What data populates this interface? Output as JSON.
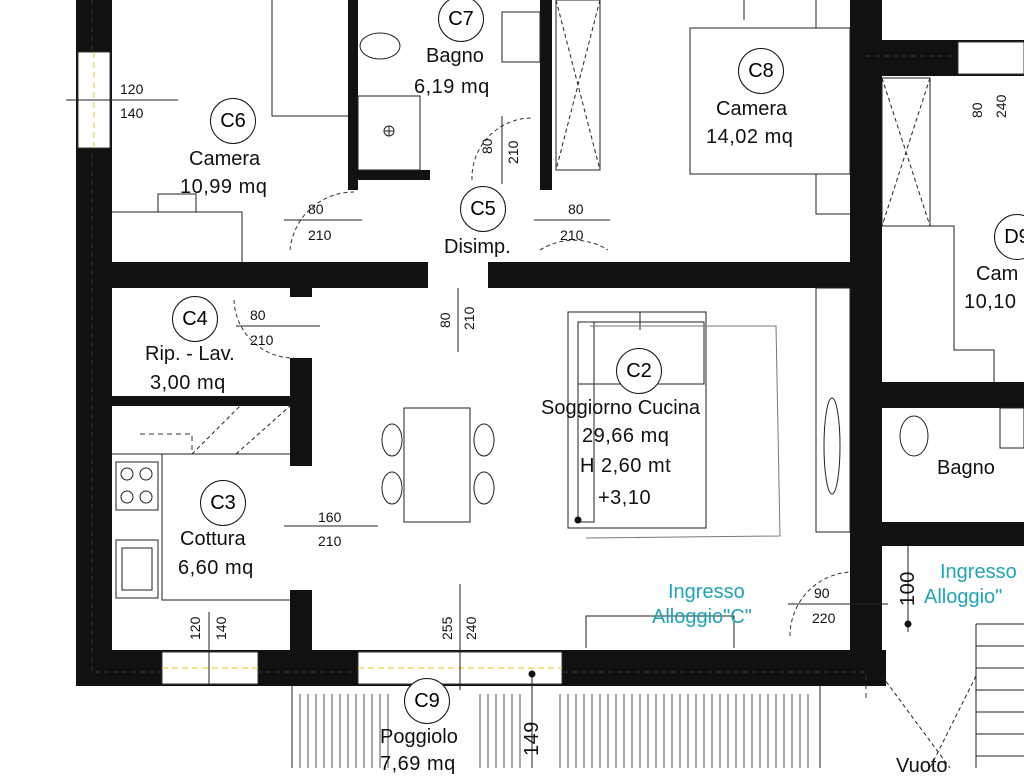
{
  "rooms": {
    "c6": {
      "code": "C6",
      "name": "Camera",
      "area": "10,99  mq"
    },
    "c7": {
      "code": "C7",
      "name": "Bagno",
      "area": "6,19  mq"
    },
    "c8": {
      "code": "C8",
      "name": "Camera",
      "area": "14,02  mq"
    },
    "c5": {
      "code": "C5",
      "name": "Disimp."
    },
    "c4": {
      "code": "C4",
      "name": "Rip. - Lav.",
      "area": "3,00  mq"
    },
    "c2": {
      "code": "C2",
      "name": "Soggiorno Cucina",
      "area": "29,66  mq",
      "height": "H 2,60  mt",
      "level": "+3,10"
    },
    "c3": {
      "code": "C3",
      "name": "Cottura",
      "area": "6,60  mq"
    },
    "c9": {
      "code": "C9",
      "name": "Poggiolo",
      "area": "7,69  mq"
    },
    "d9": {
      "code": "D9",
      "name": "Cam",
      "area": "10,10"
    },
    "bagno_right": {
      "name": "Bagno"
    },
    "vuoto": {
      "name": "Vuoto"
    }
  },
  "entrances": {
    "c": {
      "line1": "Ingresso",
      "line2": "Alloggio\"C\""
    },
    "d": {
      "line1": "Ingresso",
      "line2": "Alloggio\""
    }
  },
  "dimensions": {
    "w_left_top": "120",
    "w_left_bot": "140",
    "d_c6_w": "80",
    "d_c6_h": "210",
    "d_c7_w": "80",
    "d_c7_h": "210",
    "d_c8_w": "80",
    "d_c8_h": "210",
    "d_c4_w": "80",
    "d_c4_h": "210",
    "d_sog_w": "80",
    "d_sog_h": "210",
    "d_kit_w": "160",
    "d_kit_h": "210",
    "w_cot_a": "120",
    "w_cot_b": "140",
    "w_pog_a": "255",
    "w_pog_b": "240",
    "d_ing_w": "90",
    "d_ing_h": "220",
    "ing_100": "100",
    "pog_149": "149",
    "w_r_a": "80",
    "w_r_b": "240"
  }
}
